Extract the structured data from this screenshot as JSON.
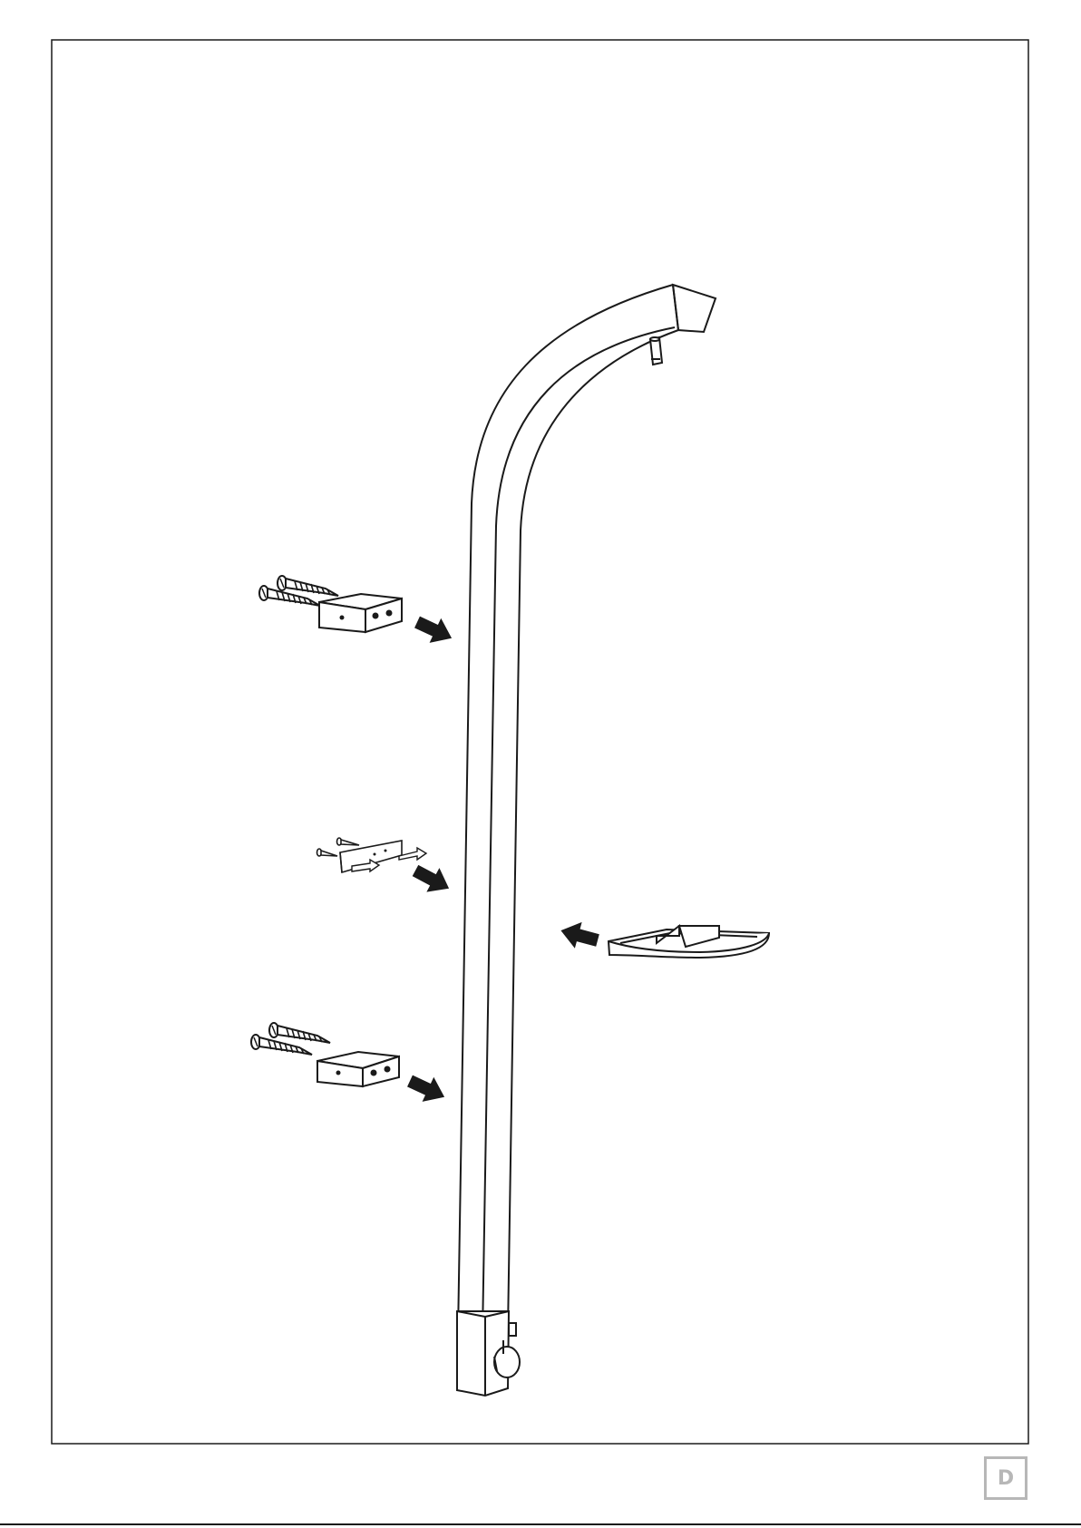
{
  "page": {
    "page_label": "D"
  },
  "colors": {
    "line": "#1a1a1a",
    "arrow": "#1a1a1a",
    "badge": "#b7b7b7",
    "paper": "#ffffff"
  },
  "illustration": {
    "subject": "shower-column-assembly",
    "parts": [
      "curved-shower-column",
      "upper-wall-bracket",
      "middle-mounting-plate",
      "lower-wall-bracket",
      "corner-soap-shelf",
      "mixer-valve-box"
    ]
  }
}
